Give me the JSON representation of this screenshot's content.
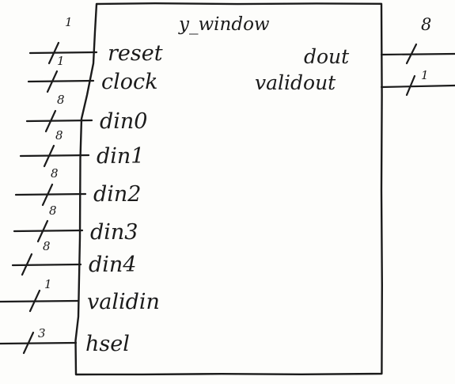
{
  "block": {
    "title": "y_window"
  },
  "inputs": [
    {
      "name": "reset",
      "width": "1"
    },
    {
      "name": "clock",
      "width": "1"
    },
    {
      "name": "din0",
      "width": "8"
    },
    {
      "name": "din1",
      "width": "8"
    },
    {
      "name": "din2",
      "width": "8"
    },
    {
      "name": "din3",
      "width": "8"
    },
    {
      "name": "din4",
      "width": "8"
    },
    {
      "name": "validin",
      "width": "1"
    },
    {
      "name": "hsel",
      "width": "3"
    }
  ],
  "outputs": [
    {
      "name": "dout",
      "width": "8"
    },
    {
      "name": "validout",
      "width": "1"
    }
  ]
}
